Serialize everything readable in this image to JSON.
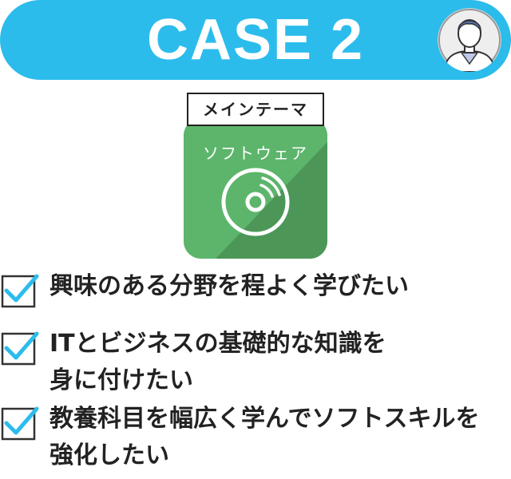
{
  "header": {
    "title": "CASE 2",
    "avatar_icon": "person-avatar-icon",
    "bg_color": "#2bbcec"
  },
  "theme": {
    "label": "メインテーマ",
    "name": "ソフトウェア",
    "icon": "disc-icon",
    "card_color": "#5cb56b"
  },
  "checklist": [
    {
      "lines": [
        "興味のある分野を程よく学びたい"
      ]
    },
    {
      "lines": [
        "ITとビジネスの基礎的な知識を",
        "身に付けたい"
      ]
    },
    {
      "lines": [
        "教養科目を幅広く学んでソフトスキルを",
        "強化したい"
      ]
    }
  ]
}
